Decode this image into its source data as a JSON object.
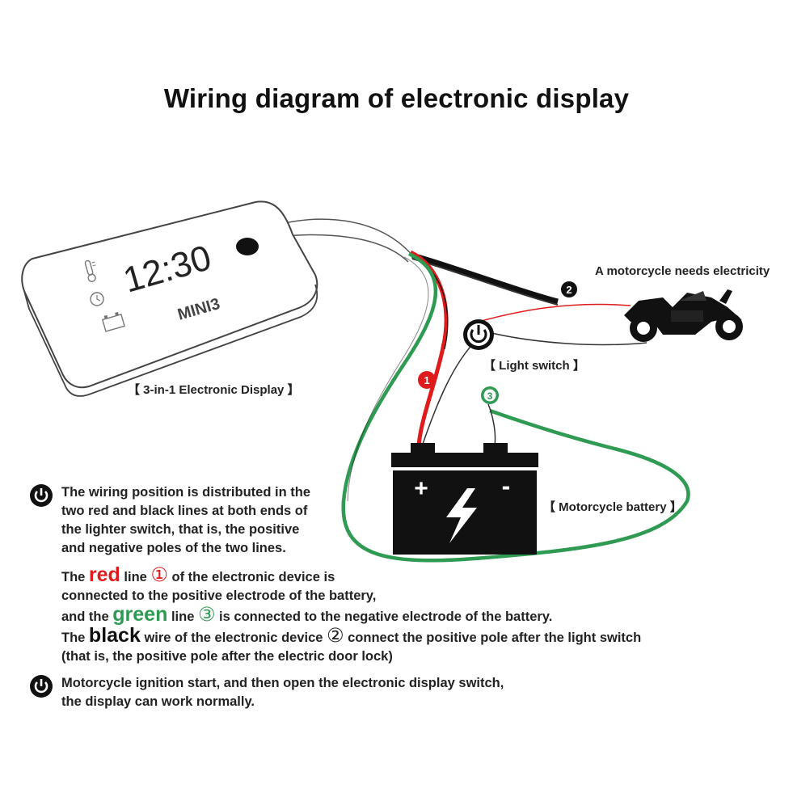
{
  "title": "Wiring diagram of electronic display",
  "device": {
    "time": "12:30",
    "brand": "MINI3",
    "label": "【 3-in-1 Electronic Display 】"
  },
  "labels": {
    "motorcycle": "A motorcycle needs electricity",
    "light_switch": "【 Light switch 】",
    "battery": "【 Motorcycle battery 】"
  },
  "markers": {
    "m1": "1",
    "m2": "2",
    "m3": "3"
  },
  "battery_signs": {
    "plus": "+",
    "minus": "-"
  },
  "colors": {
    "red": "#e01b1b",
    "green": "#2e9a52",
    "black": "#111111"
  },
  "notes": {
    "p1": [
      "The wiring position is distributed in the",
      "two red and black lines at both ends of",
      "the lighter switch, that is, the positive",
      "and negative poles of the two lines."
    ],
    "red_line": {
      "pre": "The ",
      "word": "red",
      "mid": " line ",
      "num": "①",
      "post": " of the electronic device is"
    },
    "red_line2": "connected to the positive electrode of the battery,",
    "green_line": {
      "pre": "and the ",
      "word": "green",
      "mid": " line ",
      "num": "③",
      "post": " is connected to the negative electrode of the battery."
    },
    "black_line": {
      "pre": "The ",
      "word": "black",
      "mid": " wire of the electronic device ",
      "num": "②",
      "post": " connect the positive pole after the light switch"
    },
    "black_line2": "(that is, the positive pole after the electric door lock)",
    "p3": [
      "Motorcycle ignition start, and then open the electronic display switch,",
      "the display can work normally."
    ]
  }
}
